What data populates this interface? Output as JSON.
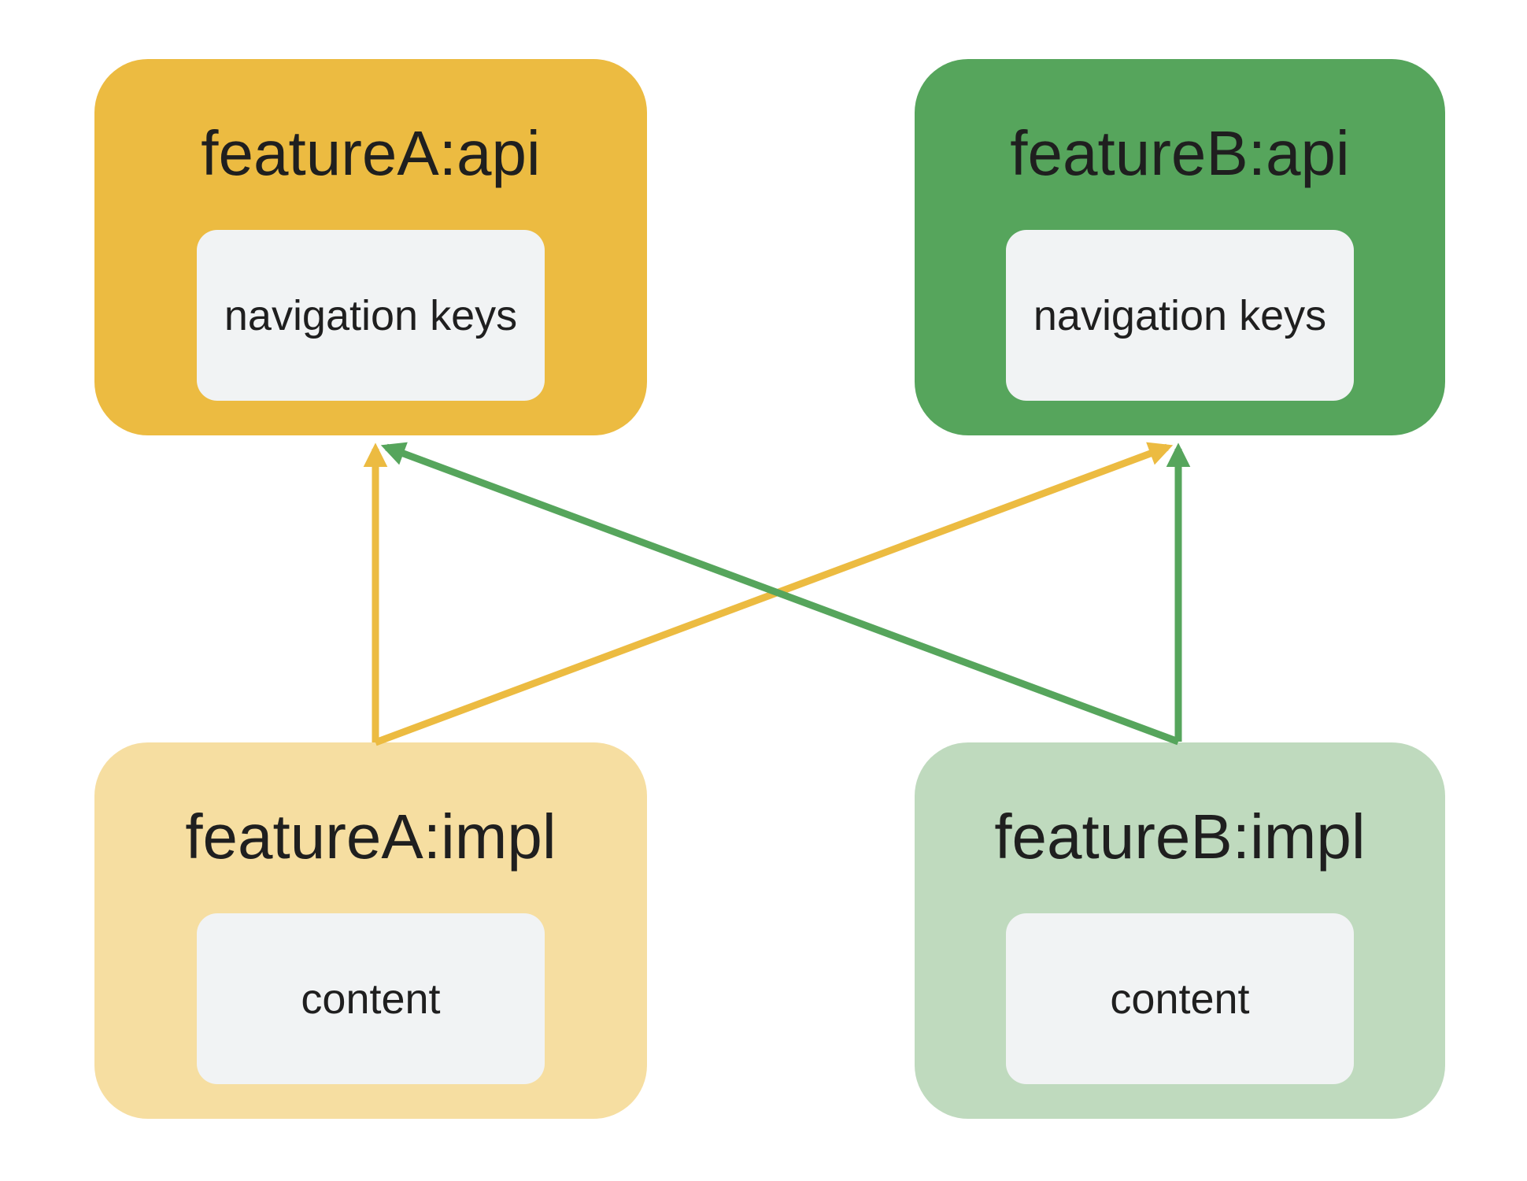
{
  "colors": {
    "gold": "#ECBB41",
    "gold_light": "#F6DEA1",
    "green": "#56A55C",
    "green_light": "#BFDABE",
    "chip_bg": "#F1F3F4",
    "text": "#1F1F1F",
    "background": "#FFFFFF"
  },
  "nodes": [
    {
      "id": "featureA:api",
      "title": "featureA:api",
      "chip": "navigation keys",
      "fill": "gold"
    },
    {
      "id": "featureB:api",
      "title": "featureB:api",
      "chip": "navigation keys",
      "fill": "green"
    },
    {
      "id": "featureA:impl",
      "title": "featureA:impl",
      "chip": "content",
      "fill": "gold_light"
    },
    {
      "id": "featureB:impl",
      "title": "featureB:impl",
      "chip": "content",
      "fill": "green_light"
    }
  ],
  "edges": [
    {
      "from": "featureA:impl",
      "to": "featureA:api",
      "color": "gold"
    },
    {
      "from": "featureA:impl",
      "to": "featureB:api",
      "color": "gold"
    },
    {
      "from": "featureB:impl",
      "to": "featureA:api",
      "color": "green"
    },
    {
      "from": "featureB:impl",
      "to": "featureB:api",
      "color": "green"
    }
  ]
}
